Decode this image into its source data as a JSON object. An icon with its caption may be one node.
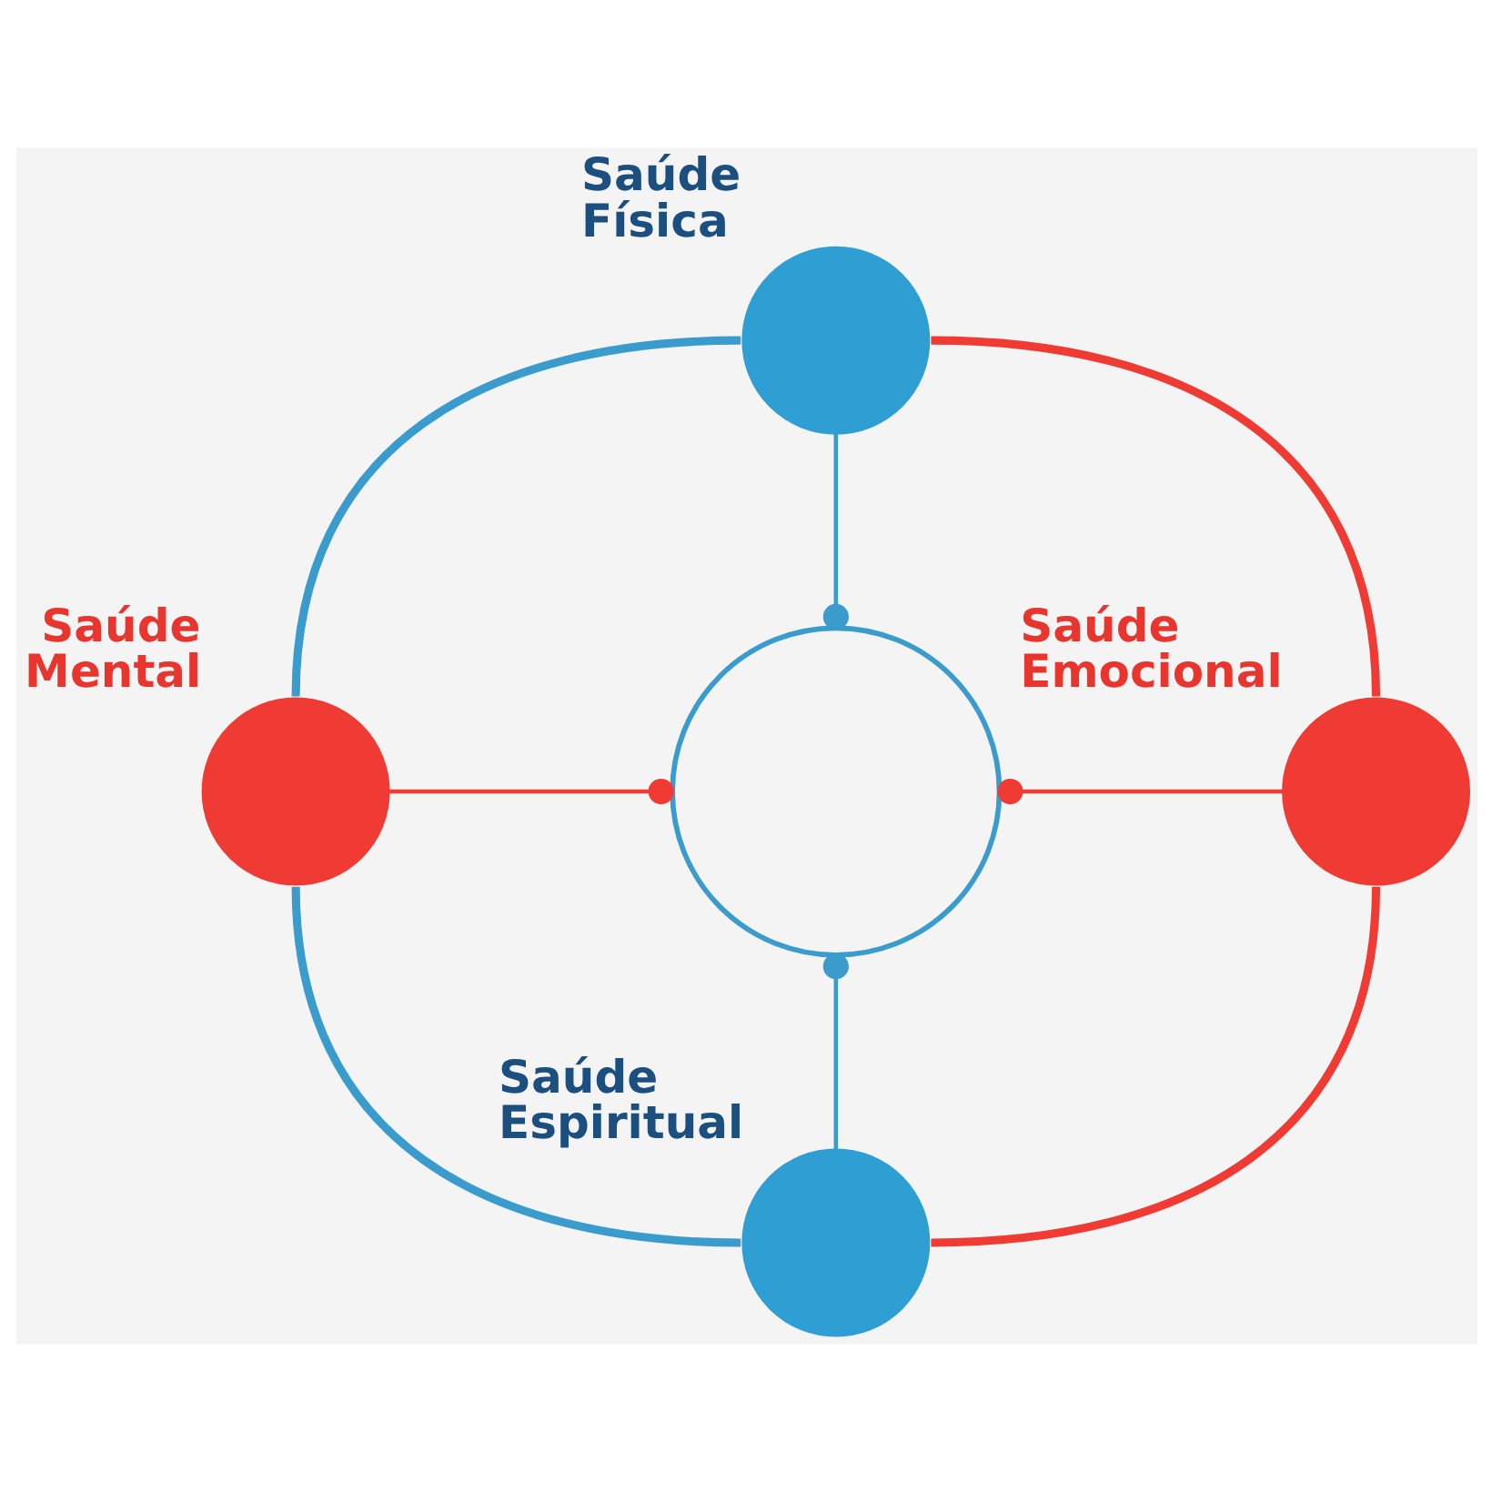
{
  "diagram": {
    "nodes": [
      {
        "text": [],
        "shape": "circle",
        "beside": [
          "Saúde Física"
        ]
      },
      {
        "text": [],
        "shape": "circle",
        "beside": [
          "Saúde Mental"
        ]
      },
      {
        "text": [],
        "shape": "circle"
      },
      {
        "text": [],
        "shape": "circle",
        "beside": [
          "Saúde Emocional"
        ]
      },
      {
        "text": [],
        "shape": "circle",
        "beside": [
          "Saúde Espiritual"
        ]
      }
    ],
    "edges": [
      {
        "from": 0,
        "to": 2,
        "arrow": "other"
      },
      {
        "from": 1,
        "to": 2,
        "arrow": "other",
        "color": "#ef3b33"
      },
      {
        "from": 2,
        "to": 3,
        "arrow": "other",
        "color": "#ef3b33"
      },
      {
        "from": 2,
        "to": 4,
        "arrow": "other"
      },
      {
        "from": 0,
        "to": 1,
        "arrow": "none",
        "style": "thick"
      },
      {
        "from": 0,
        "to": 3,
        "arrow": "none",
        "style": "thick",
        "color": "#ef3b33"
      },
      {
        "from": 1,
        "to": 4,
        "arrow": "none",
        "style": "thick"
      },
      {
        "from": 3,
        "to": 4,
        "arrow": "none",
        "style": "thick",
        "color": "#ef3b33"
      }
    ]
  }
}
